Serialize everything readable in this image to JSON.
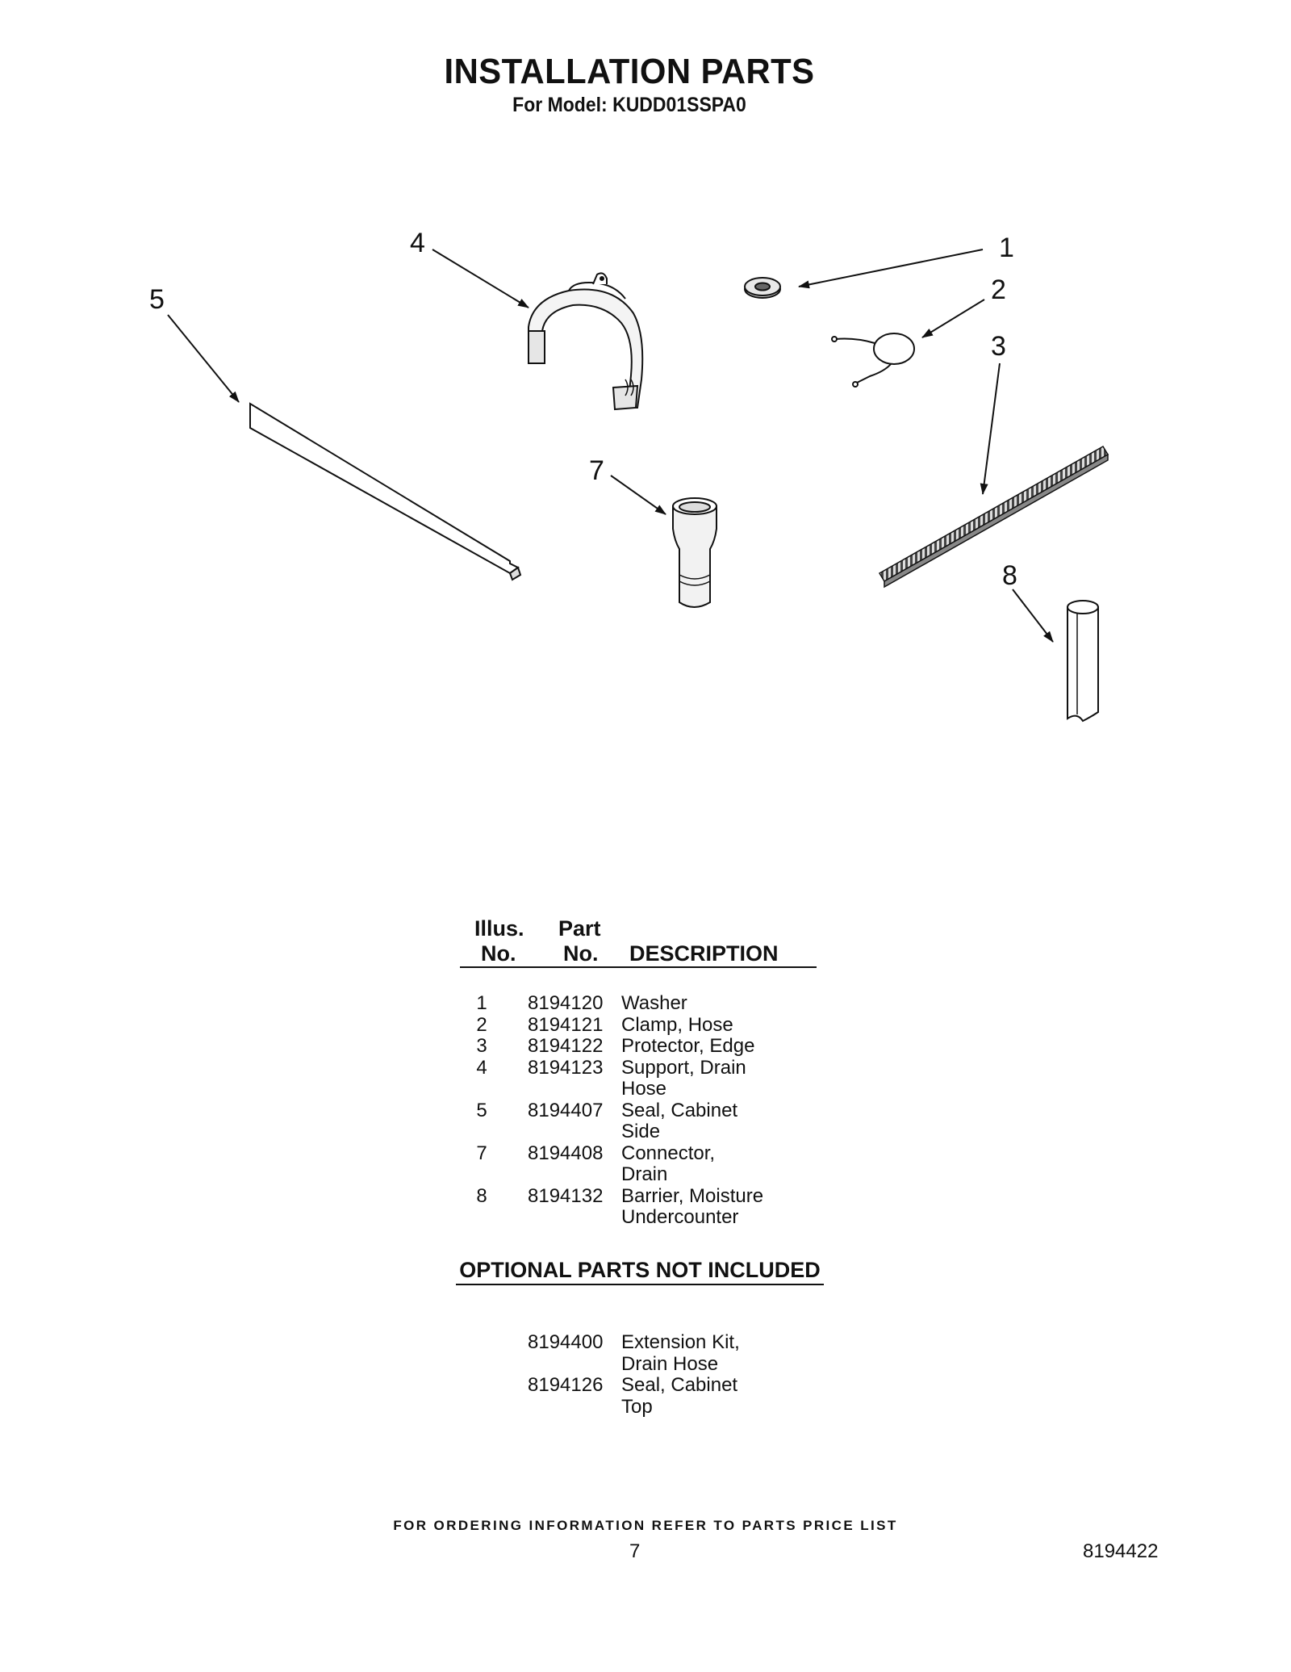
{
  "header": {
    "title": "INSTALLATION PARTS",
    "subtitle": "For Model: KUDD01SSPA0"
  },
  "diagram": {
    "callouts": [
      "1",
      "2",
      "3",
      "4",
      "5",
      "7",
      "8"
    ]
  },
  "parts_table": {
    "headers": {
      "illus_line1": "Illus.",
      "illus_line2": "No.",
      "part_line1": "Part",
      "part_line2": "No.",
      "description": "DESCRIPTION"
    },
    "rows": [
      {
        "illus": "1",
        "part": "8194120",
        "desc": [
          "Washer"
        ]
      },
      {
        "illus": "2",
        "part": "8194121",
        "desc": [
          "Clamp, Hose"
        ]
      },
      {
        "illus": "3",
        "part": "8194122",
        "desc": [
          "Protector, Edge"
        ]
      },
      {
        "illus": "4",
        "part": "8194123",
        "desc": [
          "Support, Drain",
          "Hose"
        ]
      },
      {
        "illus": "5",
        "part": "8194407",
        "desc": [
          "Seal, Cabinet",
          "Side"
        ]
      },
      {
        "illus": "7",
        "part": "8194408",
        "desc": [
          "Connector,",
          "Drain"
        ]
      },
      {
        "illus": "8",
        "part": "8194132",
        "desc": [
          "Barrier, Moisture",
          "Undercounter"
        ]
      }
    ]
  },
  "optional": {
    "title": "OPTIONAL PARTS NOT INCLUDED",
    "rows": [
      {
        "part": "8194400",
        "desc": [
          "Extension Kit,",
          "Drain Hose"
        ]
      },
      {
        "part": "8194126",
        "desc": [
          "Seal, Cabinet",
          "Top"
        ]
      }
    ]
  },
  "footer": {
    "note": "FOR ORDERING INFORMATION REFER TO PARTS PRICE LIST",
    "page": "7",
    "doc_number": "8194422"
  }
}
